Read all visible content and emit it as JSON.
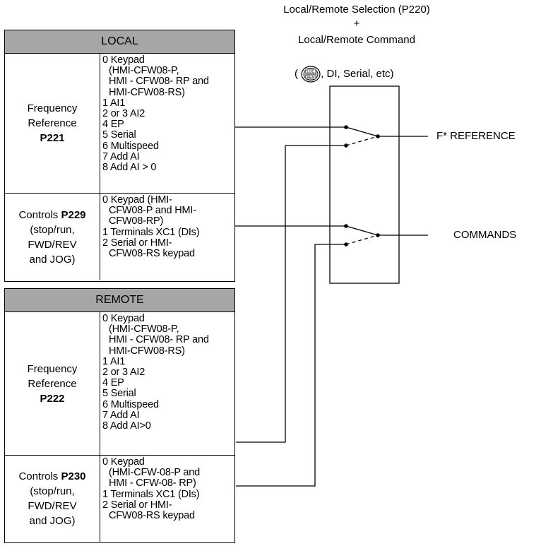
{
  "header": {
    "line1": "Local/Remote Selection (P220)",
    "plus": "+",
    "line2": "Local/Remote Command",
    "paren_open": "(",
    "loc_icon_top": "LOC",
    "loc_icon_bottom": "REM",
    "paren_rest": ", DI, Serial, etc)"
  },
  "outputs": {
    "reference": "F* REFERENCE",
    "commands": "COMMANDS"
  },
  "local": {
    "title": "LOCAL",
    "freq": {
      "label_lines": [
        "Frequency",
        "Reference"
      ],
      "param": "P221",
      "options": [
        {
          "text": "0 Keypad",
          "indent": false
        },
        {
          "text": "(HMI-CFW08-P,",
          "indent": true
        },
        {
          "text": "HMI - CFW08- RP and",
          "indent": true
        },
        {
          "text": "HMI-CFW08-RS)",
          "indent": true
        },
        {
          "text": "1 AI1",
          "indent": false
        },
        {
          "text": "2 or 3 AI2",
          "indent": false
        },
        {
          "text": "4 EP",
          "indent": false
        },
        {
          "text": "5 Serial",
          "indent": false
        },
        {
          "text": "6 Multispeed",
          "indent": false
        },
        {
          "text": "7 Add AI",
          "indent": false
        },
        {
          "text": "8 Add AI > 0",
          "indent": false
        }
      ]
    },
    "controls": {
      "label_prefix": "Controls",
      "param": "P229",
      "label_lines": [
        "(stop/run,",
        "FWD/REV",
        "and JOG)"
      ],
      "options": [
        {
          "text": "0 Keypad (HMI-",
          "indent": false
        },
        {
          "text": "CFW08-P and HMI-",
          "indent": true
        },
        {
          "text": "CFW08-RP)",
          "indent": true
        },
        {
          "text": "1 Terminals XC1 (DIs)",
          "indent": false
        },
        {
          "text": "2 Serial or HMI-",
          "indent": false
        },
        {
          "text": "CFW08-RS keypad",
          "indent": true
        }
      ]
    }
  },
  "remote": {
    "title": "REMOTE",
    "freq": {
      "label_lines": [
        "Frequency",
        "Reference"
      ],
      "param": "P222",
      "options": [
        {
          "text": "0 Keypad",
          "indent": false
        },
        {
          "text": "(HMI-CFW08-P,",
          "indent": true
        },
        {
          "text": "HMI - CFW08- RP and",
          "indent": true
        },
        {
          "text": "HMI-CFW08-RS)",
          "indent": true
        },
        {
          "text": "1 AI1",
          "indent": false
        },
        {
          "text": "2 or 3 AI2",
          "indent": false
        },
        {
          "text": "4 EP",
          "indent": false
        },
        {
          "text": "5 Serial",
          "indent": false
        },
        {
          "text": "6 Multispeed",
          "indent": false
        },
        {
          "text": "7 Add AI",
          "indent": false
        },
        {
          "text": "8 Add AI>0",
          "indent": false
        }
      ]
    },
    "controls": {
      "label_prefix": "Controls",
      "param": "P230",
      "label_lines": [
        "(stop/run,",
        "FWD/REV",
        "and JOG)"
      ],
      "options": [
        {
          "text": "0 Keypad",
          "indent": false
        },
        {
          "text": "(HMI-CFW-08-P and",
          "indent": true
        },
        {
          "text": "HMI - CFW-08- RP)",
          "indent": true
        },
        {
          "text": "1 Terminals XC1 (DIs)",
          "indent": false
        },
        {
          "text": "2 Serial or HMI-",
          "indent": false
        },
        {
          "text": "CFW08-RS keypad",
          "indent": true
        }
      ]
    }
  }
}
